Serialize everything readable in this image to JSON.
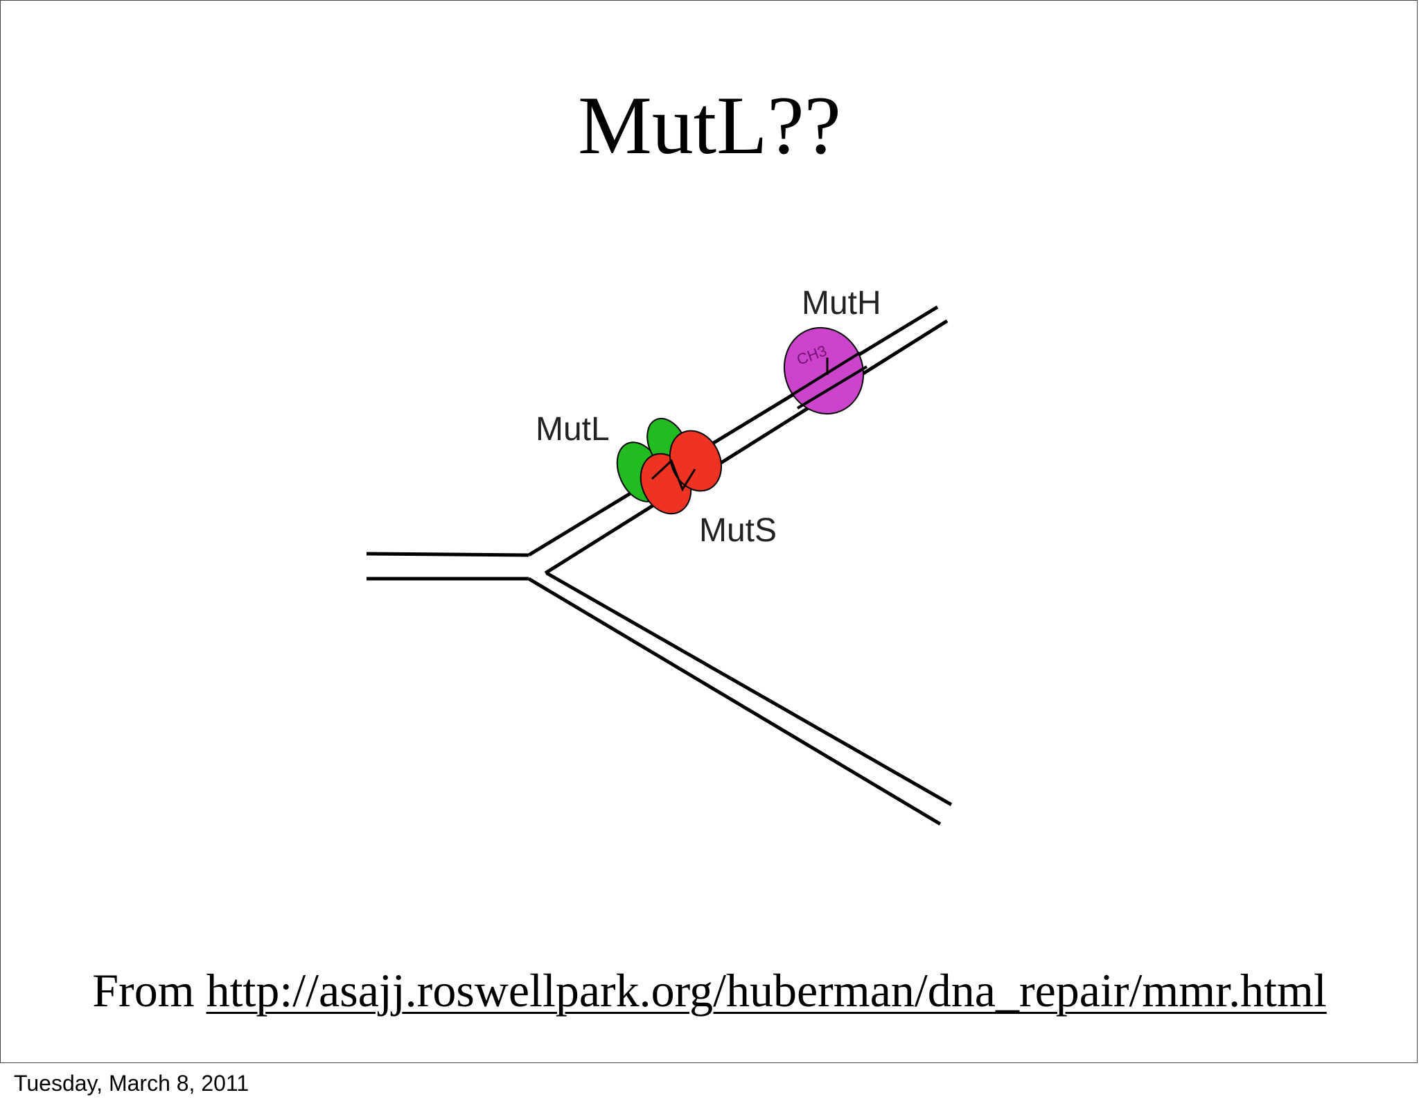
{
  "slide": {
    "title": "MutL??",
    "source_prefix": "From",
    "source_link": "http://asajj.roswellpark.org/huberman/dna_repair/mmr.html"
  },
  "diagram": {
    "labels": {
      "muth": "MutH",
      "mutl": "MutL",
      "muts": "MutS",
      "methyl": "CH3"
    },
    "colors": {
      "muth": "#cc44cc",
      "mutl": "#22bb22",
      "muts": "#ee3322",
      "dna": "#000000"
    }
  },
  "footer": {
    "date": "Tuesday, March 8, 2011"
  }
}
